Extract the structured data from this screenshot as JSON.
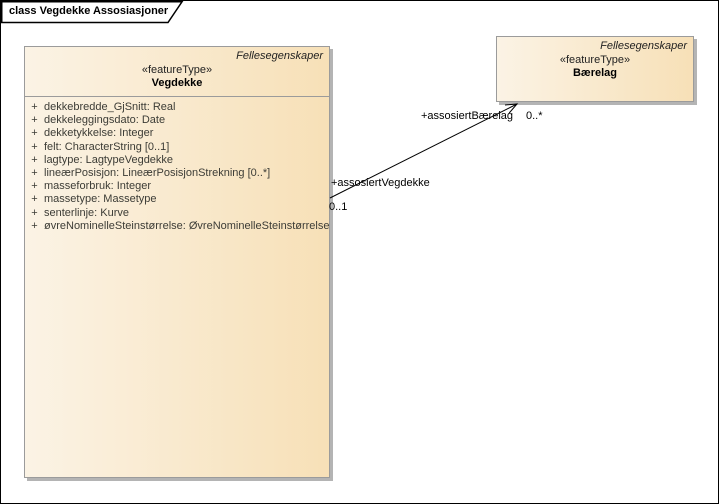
{
  "frame": {
    "title": "class Vegdekke Assosiasjoner"
  },
  "colors": {
    "box_fill_left": "#fbf3e5",
    "box_fill_right": "#f7e0b7",
    "box_border": "#9b9b9b",
    "box_shadow": "#b4b4b4",
    "frame_border": "#000000",
    "association_line": "#000000"
  },
  "classes": [
    {
      "id": "vegdekke",
      "tagline": "Fellesegenskaper",
      "stereotype": "«featureType»",
      "name": "Vegdekke",
      "attributes": [
        {
          "vis": "+",
          "text": "dekkebredde_GjSnitt: Real"
        },
        {
          "vis": "+",
          "text": "dekkeleggingsdato: Date"
        },
        {
          "vis": "+",
          "text": "dekketykkelse: Integer"
        },
        {
          "vis": "+",
          "text": "felt: CharacterString [0..1]"
        },
        {
          "vis": "+",
          "text": "lagtype: LagtypeVegdekke"
        },
        {
          "vis": "+",
          "text": "lineærPosisjon: LineærPosisjonStrekning [0..*]"
        },
        {
          "vis": "+",
          "text": "masseforbruk: Integer"
        },
        {
          "vis": "+",
          "text": "massetype: Massetype"
        },
        {
          "vis": "+",
          "text": "senterlinje: Kurve"
        },
        {
          "vis": "+",
          "text": "øvreNominelleSteinstørrelse: ØvreNominelleSteinstørrelse"
        }
      ]
    },
    {
      "id": "baerelag",
      "tagline": "Fellesegenskaper",
      "stereotype": "«featureType»",
      "name": "Bærelag"
    }
  ],
  "association": {
    "source_role": "+assosiertVegdekke",
    "source_multiplicity": "0..1",
    "target_role": "+assosiertBærelag",
    "target_multiplicity": "0..*"
  }
}
